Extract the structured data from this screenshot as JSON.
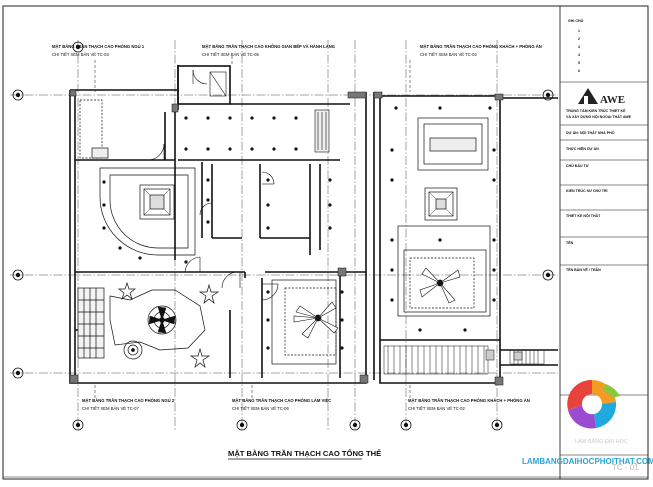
{
  "drawing": {
    "title": "MẶT BẰNG TRẦN THẠCH CAO TỔNG THỂ",
    "room_labels": [
      {
        "line1": "MẶT BẰNG TRẦN THẠCH CAO PHÒNG NGỦ 1",
        "line2": "CHI TIẾT XEM BẢN VẼ TC-03"
      },
      {
        "line1": "MẶT BẰNG TRẦN THẠCH CAO KHÔNG GIAN BẾP VÀ HÀNH LANG",
        "line2": "CHI TIẾT XEM BẢN VẼ TC-05"
      },
      {
        "line1": "MẶT BẰNG TRẦN THẠCH CAO PHÒNG KHÁCH + PHÒNG ĂN",
        "line2": "CHI TIẾT XEM BẢN VẼ TC-02"
      },
      {
        "line1": "MẶT BẰNG TRẦN THẠCH CAO PHÒNG NGỦ 2",
        "line2": "CHI TIẾT XEM BẢN VẼ TC-07"
      },
      {
        "line1": "MẶT BẰNG TRẦN THẠCH CAO PHÒNG LÀM VIỆC",
        "line2": "CHI TIẾT XEM BẢN VẼ TC-06"
      },
      {
        "line1": "MẶT BẰNG TRẦN THẠCH CAO PHÒNG KHÁCH + PHÒNG ĂN",
        "line2": "CHI TIẾT XEM BẢN VẼ TC-02"
      }
    ]
  },
  "title_block": {
    "revision_heading": "GHI CHÚ",
    "revision_numbers": [
      "1",
      "2",
      "3",
      "4",
      "5",
      "6"
    ],
    "logo_text": "AWE",
    "company_line1": "TRUNG TÂM KIẾN TRÚC THIẾT KẾ",
    "company_line2": "VÀ XÂY DỰNG NỘI NGOẠI THẤT AWE",
    "project_label": "DỰ ÁN: NỘI THẤT NHÀ PHỐ",
    "fields": [
      {
        "label": "THỰC HIỆN DỰ ÁN"
      },
      {
        "label": "CHỦ ĐẦU TƯ"
      },
      {
        "label": "KIẾN TRÚC SƯ CHỦ TRÌ"
      },
      {
        "label": "THIẾT KẾ NỘI THẤT"
      },
      {
        "label": "TÊN"
      },
      {
        "label": "TÊN BẢN VẼ / TRẦN"
      }
    ],
    "sheet_number": "TC - 01"
  },
  "watermark": {
    "site": "LAMBANGDAIHOCPHOITHAT.COM",
    "faint": "LÀM BẰNG ĐẠI HỌC"
  }
}
